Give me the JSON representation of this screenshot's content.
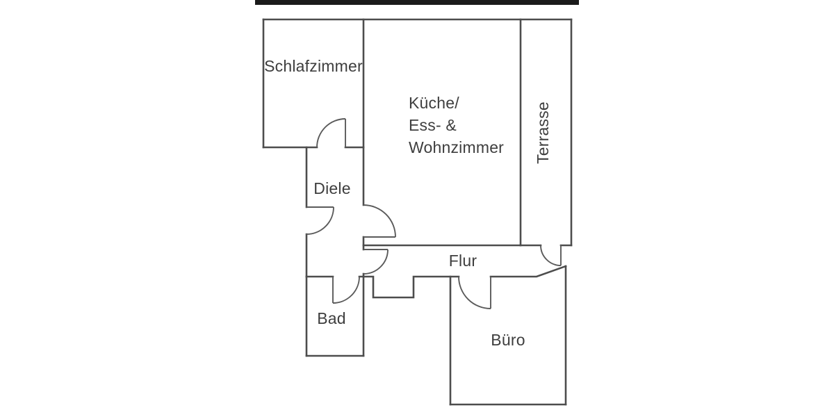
{
  "floorplan": {
    "title": "apartment-floor-plan",
    "rooms": [
      {
        "id": "schlafzimmer",
        "label": "Schlafzimmer"
      },
      {
        "id": "kueche-ess-wohnzimmer",
        "label_lines": [
          "Küche/",
          "Ess- &",
          "Wohnzimmer"
        ]
      },
      {
        "id": "terrasse",
        "label": "Terrasse"
      },
      {
        "id": "diele",
        "label": "Diele"
      },
      {
        "id": "flur",
        "label": "Flur"
      },
      {
        "id": "bad",
        "label": "Bad"
      },
      {
        "id": "buero",
        "label": "Büro"
      }
    ],
    "colors": {
      "top_bar": "#1b1b1b",
      "wall": "#4d4d4d",
      "door": "#5a5a5a",
      "text": "#3e3e3e",
      "bg": "#ffffff"
    }
  }
}
